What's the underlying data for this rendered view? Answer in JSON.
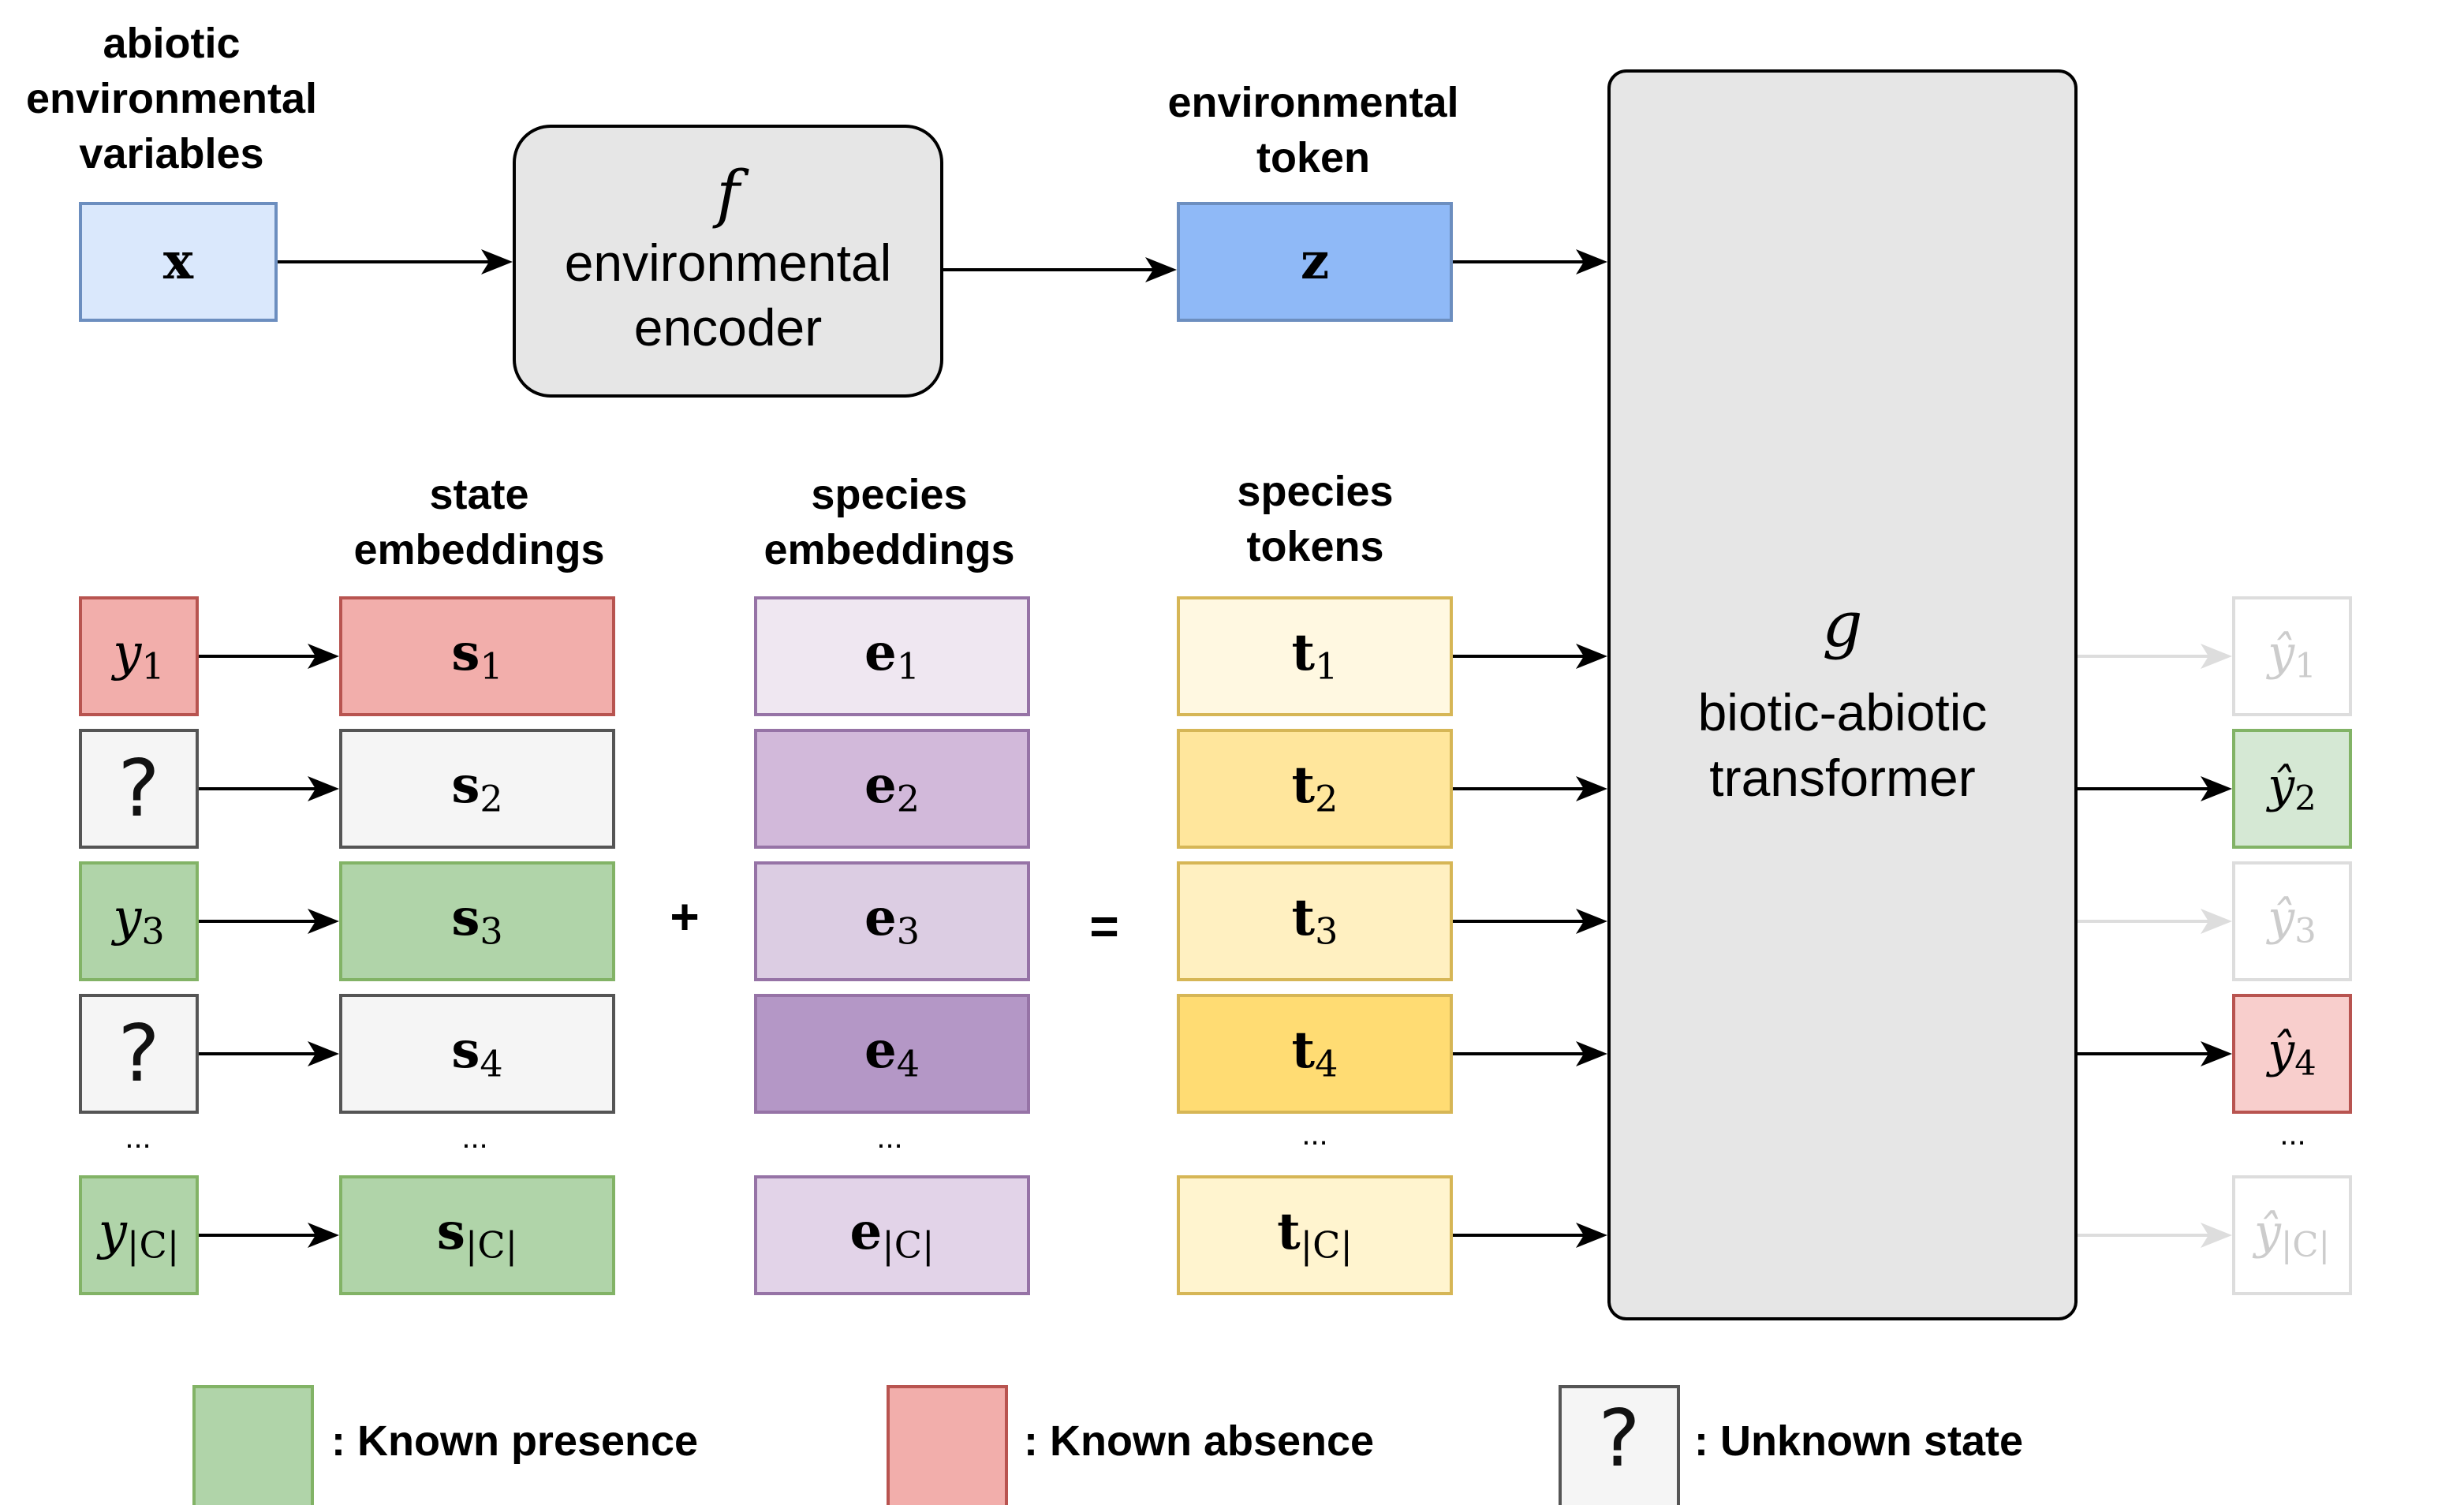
{
  "colors": {
    "abiotic_fill": "#dae8fc",
    "abiotic_border": "#6c8ebf",
    "token_fill": "#8fb9f7",
    "token_border": "#6c8ebf",
    "encoder_fill": "#e6e6e6",
    "encoder_border": "#000000",
    "presence_fill": "#b0d4a9",
    "presence_border": "#82b366",
    "absence_fill": "#f2aeab",
    "absence_border": "#b85450",
    "unknown_fill": "#f5f5f5",
    "unknown_border": "#555555",
    "faded_border": "#dddddd",
    "faded_text": "#cccccc"
  },
  "labels": {
    "abiotic": "abiotic\nenvironmental\nvariables",
    "env_token": "environmental\ntoken",
    "state_emb": "state\nembeddings",
    "species_emb": "species\nembeddings",
    "species_tokens": "species\ntokens"
  },
  "encoder": {
    "symbol": "f",
    "text": "environmental\nencoder"
  },
  "transformer": {
    "symbol": "g",
    "text": "biotic-abiotic\ntransformer"
  },
  "inputs": {
    "x": "x",
    "z": "z"
  },
  "operators": {
    "plus": "+",
    "equals": "="
  },
  "ellipsis": "...",
  "rows": [
    {
      "y": "y",
      "sub": "1",
      "state": "absence",
      "s": "s",
      "e": "e",
      "t": "t",
      "yhat": "ŷ",
      "e_fill": "#efe7f1",
      "t_fill": "#fff8e1",
      "output_active": false,
      "output_state": "none"
    },
    {
      "y": "?",
      "sub": "2",
      "state": "unknown",
      "s": "s",
      "e": "e",
      "t": "t",
      "yhat": "ŷ",
      "e_fill": "#d2b9da",
      "t_fill": "#ffe69c",
      "output_active": true,
      "output_state": "presence"
    },
    {
      "y": "y",
      "sub": "3",
      "state": "presence",
      "s": "s",
      "e": "e",
      "t": "t",
      "yhat": "ŷ",
      "e_fill": "#dccde3",
      "t_fill": "#fff0c1",
      "output_active": false,
      "output_state": "none"
    },
    {
      "y": "?",
      "sub": "4",
      "state": "unknown",
      "s": "s",
      "e": "e",
      "t": "t",
      "yhat": "ŷ",
      "e_fill": "#b497c6",
      "t_fill": "#ffdc73",
      "output_active": true,
      "output_state": "absence"
    },
    {
      "y": "y",
      "sub": "|C|",
      "state": "presence",
      "s": "s",
      "e": "e",
      "t": "t",
      "yhat": "ŷ",
      "e_fill": "#e2d3e8",
      "t_fill": "#fff4cf",
      "output_active": false,
      "output_state": "none"
    }
  ],
  "legend": {
    "presence": ": Known presence",
    "absence": ": Known absence",
    "unknown": ": Unknown state",
    "unknown_symbol": "?"
  }
}
